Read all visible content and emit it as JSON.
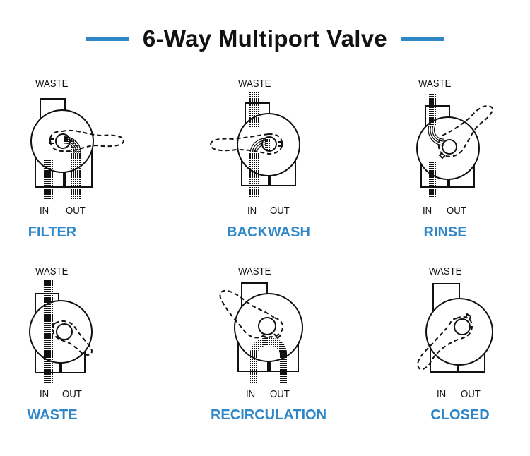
{
  "title": "6-Way Multiport Valve",
  "accent_color": "#2f87c8",
  "valves": [
    {
      "mode": "FILTER",
      "waste_label": "WASTE",
      "in_label": "IN",
      "out_label": "OUT",
      "flow": "in-through-filter-to-out"
    },
    {
      "mode": "BACKWASH",
      "waste_label": "WASTE",
      "in_label": "IN",
      "out_label": "OUT",
      "flow": "in-to-waste"
    },
    {
      "mode": "RINSE",
      "waste_label": "WASTE",
      "in_label": "IN",
      "out_label": "OUT",
      "flow": "in-to-waste"
    },
    {
      "mode": "WASTE",
      "waste_label": "WASTE",
      "in_label": "IN",
      "out_label": "OUT",
      "flow": "in-to-waste-bypass"
    },
    {
      "mode": "RECIRCULATION",
      "waste_label": "WASTE",
      "in_label": "IN",
      "out_label": "OUT",
      "flow": "in-to-out-bypass"
    },
    {
      "mode": "CLOSED",
      "waste_label": "WASTE",
      "in_label": "IN",
      "out_label": "OUT",
      "flow": "none"
    }
  ]
}
